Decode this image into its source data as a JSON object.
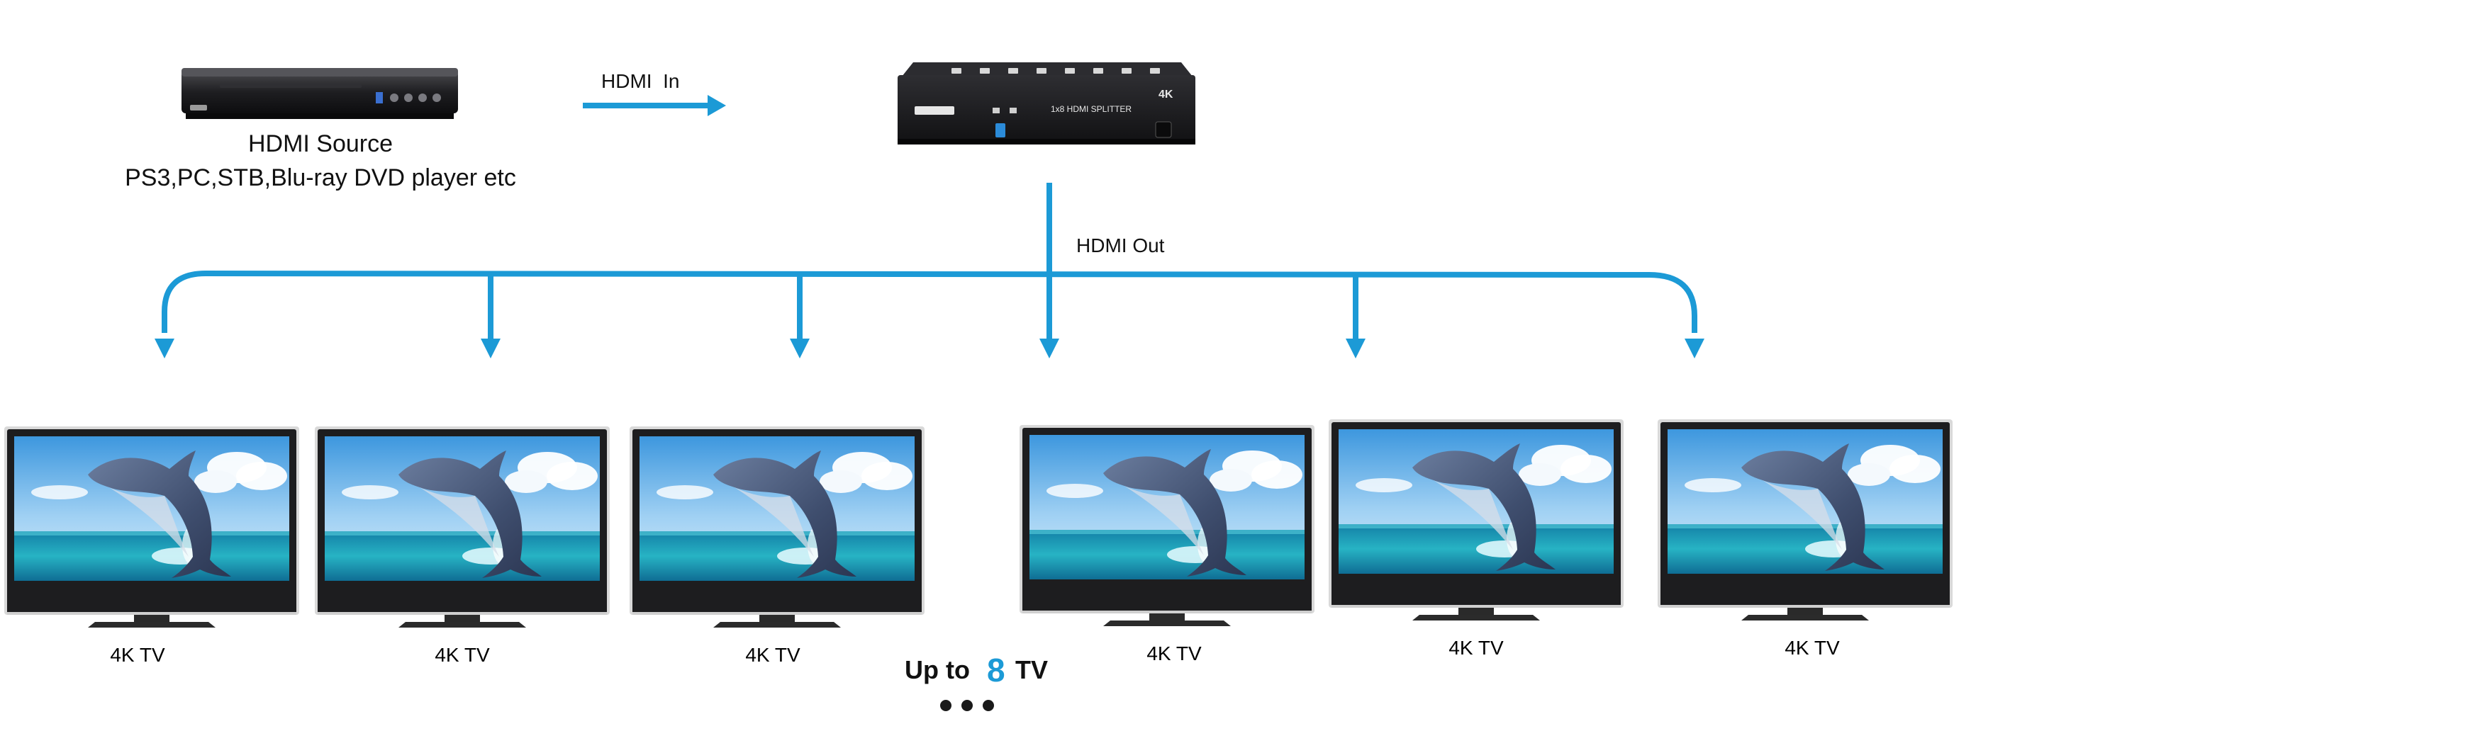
{
  "source": {
    "title": "HDMI Source",
    "subtitle": "PS3,PC,STB,Blu-ray DVD player etc",
    "device_icon": "bluray-player-icon"
  },
  "input_label": "HDMI  In",
  "splitter": {
    "device_icon": "hdmi-splitter-icon",
    "front_text": "1x8 HDMI SPLITTER",
    "badge": "4K"
  },
  "output_label": "HDMI Out",
  "tvs": [
    {
      "label": "4K TV"
    },
    {
      "label": "4K TV"
    },
    {
      "label": "4K TV"
    },
    {
      "label": "4K TV"
    },
    {
      "label": "4K TV"
    },
    {
      "label": "4K TV"
    }
  ],
  "footer": {
    "prefix": "Up to",
    "count": "8",
    "suffix": "TV",
    "more_indicator": "more-dots-icon"
  },
  "colors": {
    "accent": "#1c9ad6",
    "text": "#111111",
    "device_body": "#1b1b1d",
    "tv_frame": "#222222",
    "sky_top": "#4fa6e6",
    "sea": "#1aa6bd"
  }
}
